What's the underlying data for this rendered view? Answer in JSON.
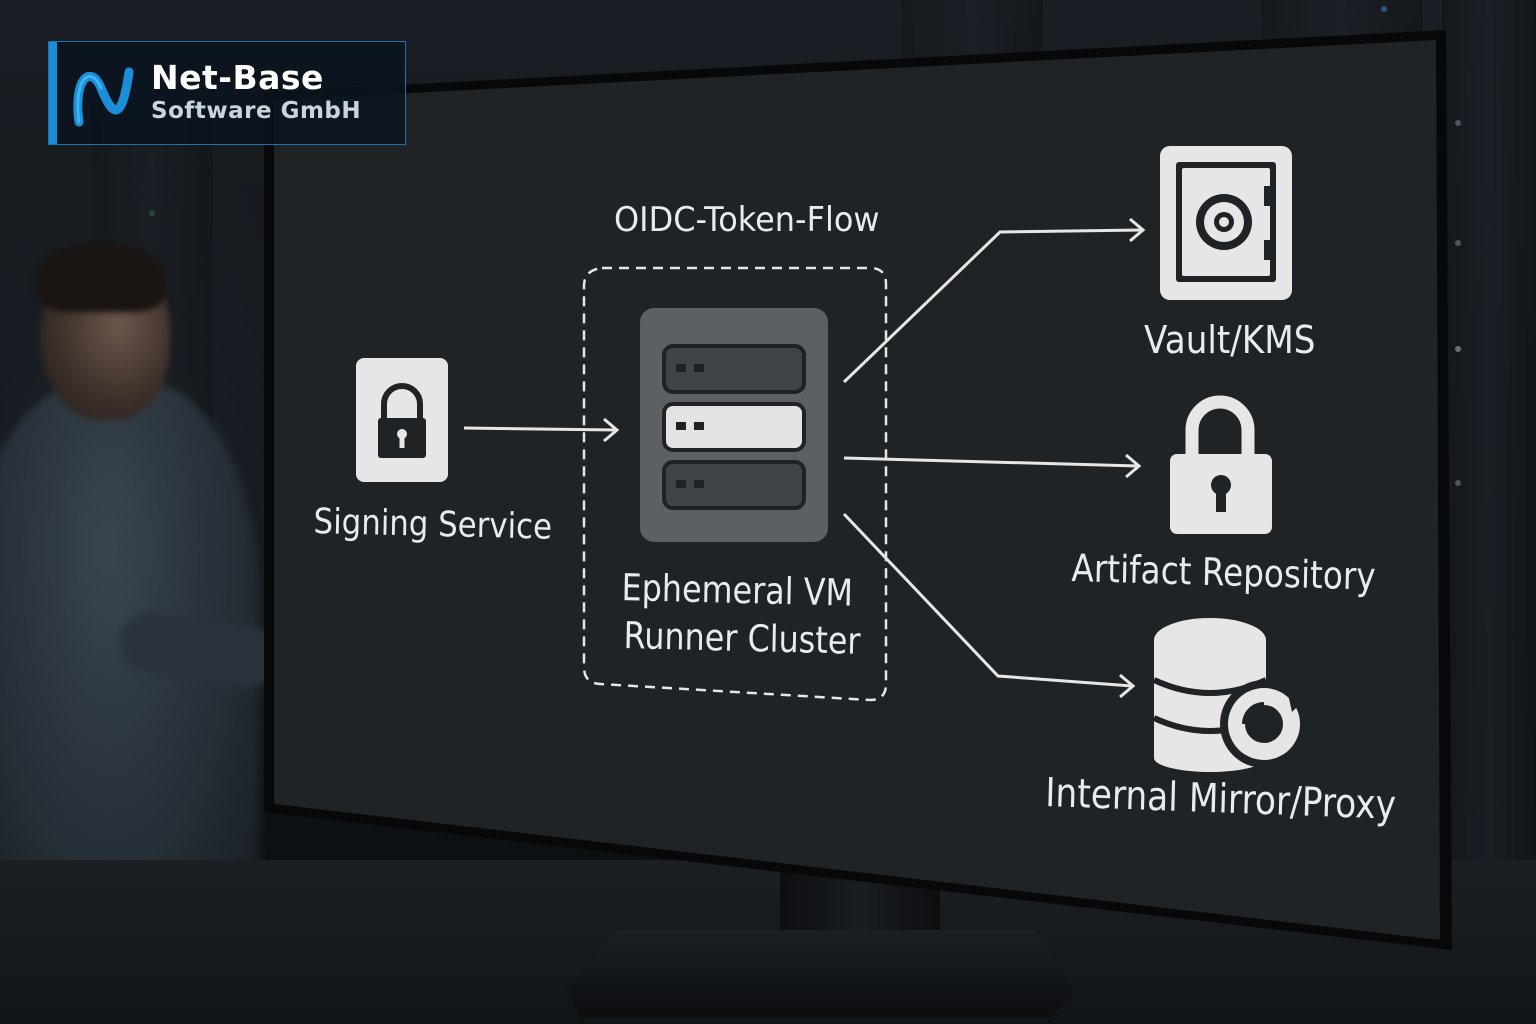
{
  "brand": {
    "name": "Net-Base",
    "subtitle": "Software GmbH",
    "accent_color": "#1a8fd8"
  },
  "diagram": {
    "title": "OIDC-Token-Flow",
    "nodes": {
      "signing_service": {
        "label": "Signing Service",
        "icon": "padlock-icon"
      },
      "runner_cluster": {
        "label_line1": "Ephemeral VM",
        "label_line2": "Runner Cluster",
        "icon": "server-stack-icon"
      },
      "vault": {
        "label": "Vault/KMS",
        "icon": "safe-icon"
      },
      "artifact_repo": {
        "label": "Artifact Repository",
        "icon": "padlock-icon"
      },
      "mirror": {
        "label": "Internal Mirror/Proxy",
        "icon": "database-sync-icon"
      }
    },
    "edges": [
      {
        "from": "Signing Service",
        "to": "Ephemeral VM Runner Cluster"
      },
      {
        "from": "Ephemeral VM Runner Cluster",
        "to": "Vault/KMS"
      },
      {
        "from": "Ephemeral VM Runner Cluster",
        "to": "Artifact Repository"
      },
      {
        "from": "Ephemeral VM Runner Cluster",
        "to": "Internal Mirror/Proxy"
      }
    ],
    "colors": {
      "screen": "#1f2326",
      "foreground": "#e9ecef",
      "icon_fill": "#e6e6e6"
    }
  }
}
